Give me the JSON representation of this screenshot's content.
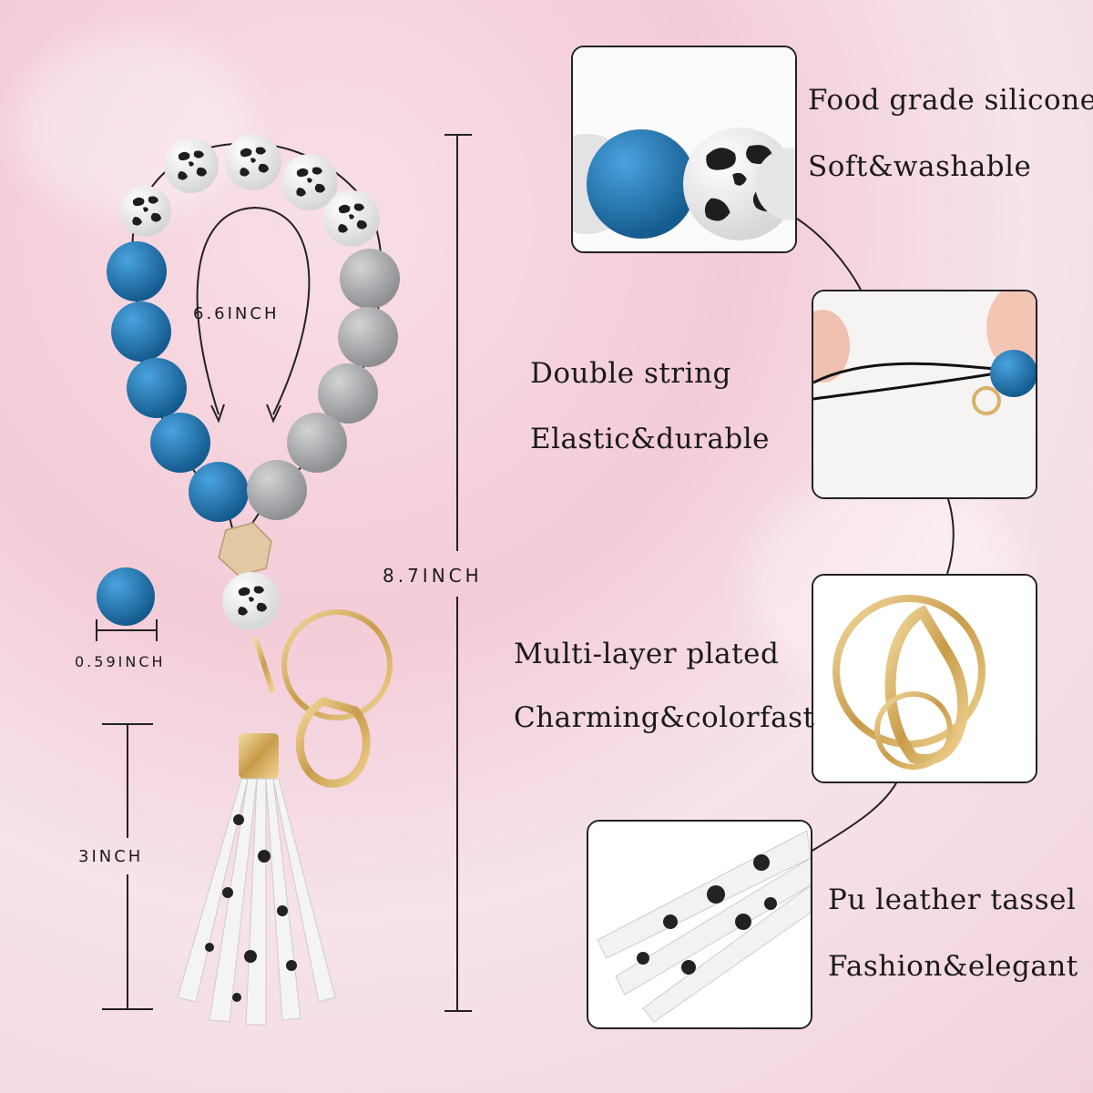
{
  "dimensions": {
    "circumference": "6.6INCH",
    "length": "8.7INCH",
    "bead": "0.59INCH",
    "tassel": "3INCH"
  },
  "features": [
    {
      "title": "Food grade silicone",
      "subtitle": "Soft&washable"
    },
    {
      "title": "Double string",
      "subtitle": "Elastic&durable"
    },
    {
      "title": "Multi-layer plated",
      "subtitle": "Charming&colorfast"
    },
    {
      "title": "Pu leather tassel",
      "subtitle": "Fashion&elegant"
    }
  ],
  "colors": {
    "bead_blue": "#1f79b8",
    "bead_grey": "#a9abae",
    "bead_cow": "#f2f2f2",
    "wood": "#e2c9a3",
    "gold": "#d8b268"
  }
}
